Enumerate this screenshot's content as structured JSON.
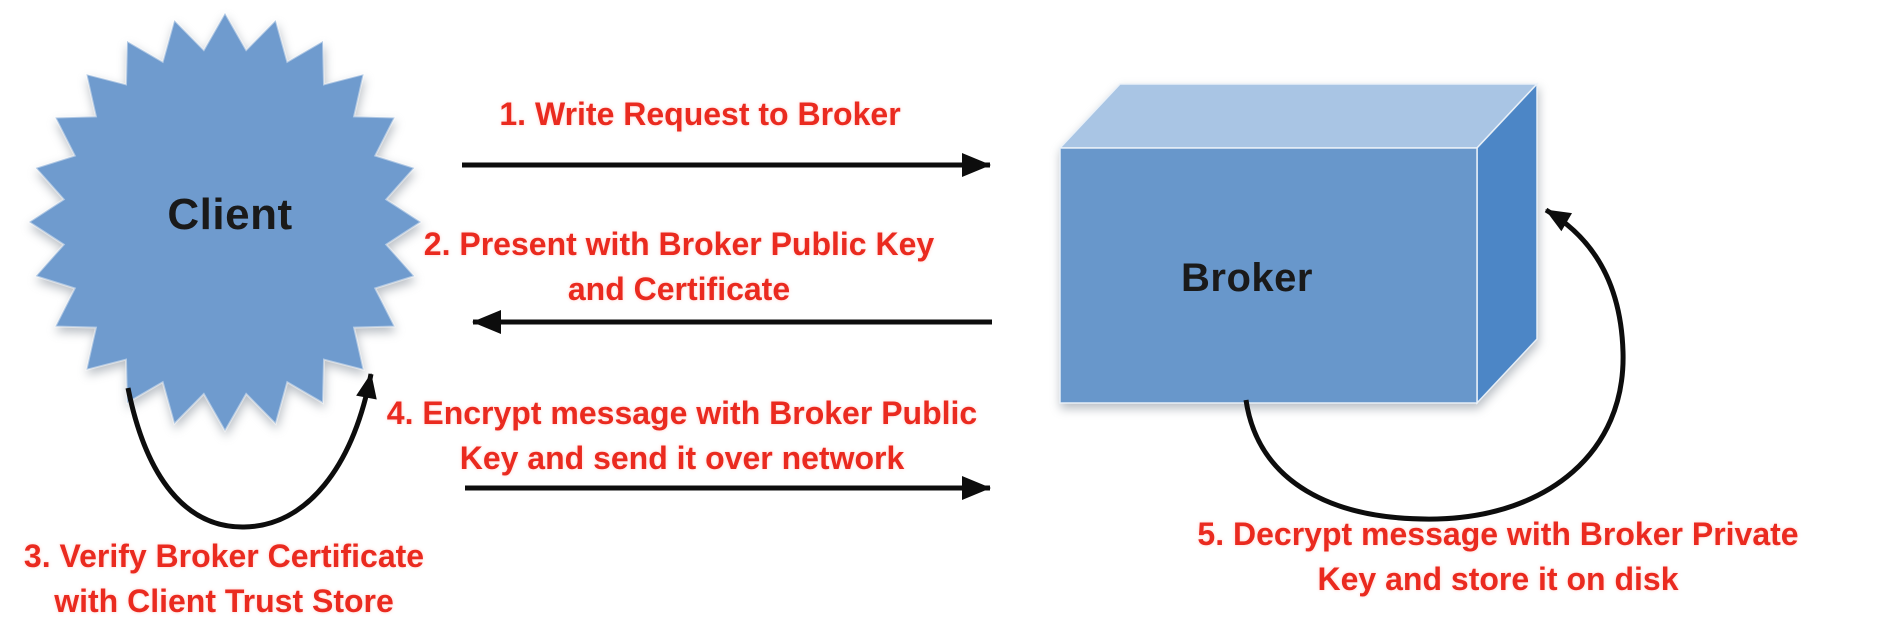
{
  "colors": {
    "shape-blue": "#6f9bce",
    "box-front": "#6897cb",
    "box-top": "#a9c5e4",
    "box-side": "#4c86c6",
    "step-red": "#ea2a1f",
    "arrow-black": "#0d0d0d"
  },
  "client": {
    "label": "Client"
  },
  "broker": {
    "label": "Broker"
  },
  "steps": {
    "step1": {
      "lines": [
        "1. Write Request to Broker"
      ]
    },
    "step2": {
      "lines": [
        "2. Present with Broker Public Key",
        "and Certificate"
      ]
    },
    "step3": {
      "lines": [
        "3. Verify Broker Certificate",
        "with Client Trust Store"
      ]
    },
    "step4": {
      "lines": [
        "4. Encrypt message with Broker Public",
        "Key and send it over network"
      ]
    },
    "step5": {
      "lines": [
        "5. Decrypt message with Broker Private",
        "Key and store it on disk"
      ]
    }
  }
}
